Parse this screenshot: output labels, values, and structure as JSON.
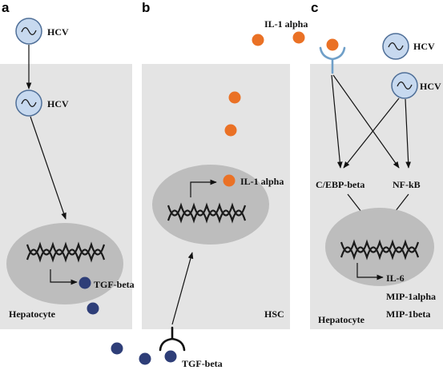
{
  "colors": {
    "panel_bg": "#e4e4e4",
    "nucleus": "#bdbdbd",
    "virus_fill": "#c7d9ef",
    "virus_stroke": "#4f6f98",
    "il1_dot": "#ea7125",
    "tgf_dot": "#2e3e78",
    "receptor_blue": "#6f9fc8",
    "receptor_black": "#111111",
    "arrow": "#111111"
  },
  "panels": {
    "a": {
      "letter": "a",
      "virus_top_label": "HCV",
      "virus_mid_label": "HCV",
      "product_label": "TGF-beta",
      "cell_label": "Hepatocyte"
    },
    "b": {
      "letter": "b",
      "product_label": "IL-1 alpha",
      "cell_label": "HSC",
      "ligand_label": "TGF-beta"
    },
    "c": {
      "letter": "c",
      "ligand_label": "IL-1 alpha",
      "virus_outside_label": "HCV",
      "virus_inside_label": "HCV",
      "tf_left_label": "C/EBP-beta",
      "tf_right_label": "NF-kB",
      "products": [
        "IL-6",
        "MIP-1alpha",
        "MIP-1beta"
      ],
      "cell_label": "Hepatocyte"
    }
  },
  "icons": {
    "virus": "hcv-virion-icon",
    "dna": "dna-double-helix-icon",
    "receptor": "cell-surface-receptor-icon",
    "il1": "il1-alpha-molecule-icon",
    "tgf": "tgf-beta-molecule-icon"
  }
}
